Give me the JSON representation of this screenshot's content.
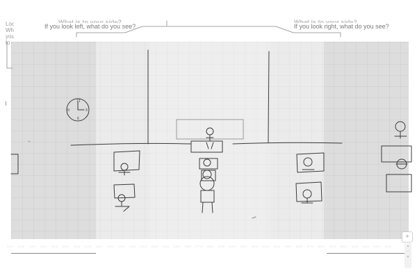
{
  "prompts": {
    "left": {
      "question": "What is to your side?",
      "detail": "If you look left, what do you see?"
    },
    "right": {
      "question": "What is to your side?",
      "detail": "If you look right, what do you see?"
    },
    "side": {
      "word1": "Look",
      "word2": "What",
      "word3": "you lo"
    }
  },
  "ruler": {
    "labels": [
      "100",
      "110",
      "120",
      "130",
      "140",
      "150",
      "160",
      "170",
      "180",
      "190",
      "200",
      "210",
      "220",
      "230",
      "240",
      "250",
      "260",
      "270",
      "280",
      "290",
      "300",
      "310",
      "320",
      "330",
      "340",
      "350",
      "360",
      "370",
      "380",
      "390",
      "400",
      "410",
      "420",
      "430",
      "440"
    ]
  },
  "controls": {
    "expand_glyph": "+",
    "handle_glyphs": [
      "▲",
      "•",
      "▼"
    ]
  },
  "colors": {
    "canvas": "#e6e6e6",
    "sketch_line": "#3a3a3a",
    "prompt_text": "#7a7a7a"
  },
  "icons": {
    "clock": "clock-icon",
    "expand": "plus-icon"
  }
}
